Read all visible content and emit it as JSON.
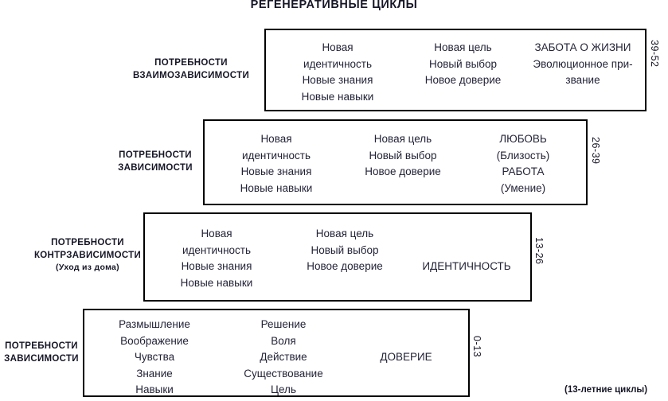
{
  "title": "РЕГЕНЕРАТИВНЫЕ ЦИКЛЫ",
  "footnote": "(13-летние циклы)",
  "stages": [
    {
      "name": "interdependence",
      "label_line1": "ПОТРЕБНОСТИ",
      "label_line2": "ВЗАИМОЗАВИСИМОСТИ",
      "label_line3": "",
      "age_range": "39-52",
      "col1": [
        "Новая",
        "идентичность",
        "Новые знания",
        "Новые навыки"
      ],
      "col2": [
        "Новая цель",
        "Новый выбор",
        "Новое доверие"
      ],
      "col3": [
        "ЗАБОТА О ЖИЗНИ",
        "Эволюционное при-",
        "звание"
      ]
    },
    {
      "name": "dependence-adult",
      "label_line1": "ПОТРЕБНОСТИ",
      "label_line2": "ЗАВИСИМОСТИ",
      "label_line3": "",
      "age_range": "26-39",
      "col1": [
        "Новая",
        "идентичность",
        "Новые знания",
        "Новые навыки"
      ],
      "col2": [
        "Новая цель",
        "Новый выбор",
        "Новое доверие"
      ],
      "col3": [
        "ЛЮБОВЬ",
        "(Близость)",
        "РАБОТА",
        "(Умение)"
      ]
    },
    {
      "name": "counterdependence",
      "label_line1": "ПОТРЕБНОСТИ",
      "label_line2": "КОНТРЗАВИСИМОСТИ",
      "label_line3": "(Уход из дома)",
      "age_range": "13-26",
      "col1": [
        "Новая",
        "идентичность",
        "Новые знания",
        "Новые навыки"
      ],
      "col2": [
        "Новая цель",
        "Новый выбор",
        "Новое доверие"
      ],
      "col3": [
        "ИДЕНТИЧНОСТЬ"
      ]
    },
    {
      "name": "dependence-child",
      "label_line1": "ПОТРЕБНОСТИ",
      "label_line2": "ЗАВИСИМОСТИ",
      "label_line3": "",
      "age_range": "0-13",
      "col1": [
        "Размышление",
        "Воображение",
        "Чувства",
        "Знание",
        "Навыки"
      ],
      "col2": [
        "Решение",
        "Воля",
        "Действие",
        "Существование",
        "Цель"
      ],
      "col3": [
        "ДОВЕРИЕ"
      ]
    }
  ]
}
